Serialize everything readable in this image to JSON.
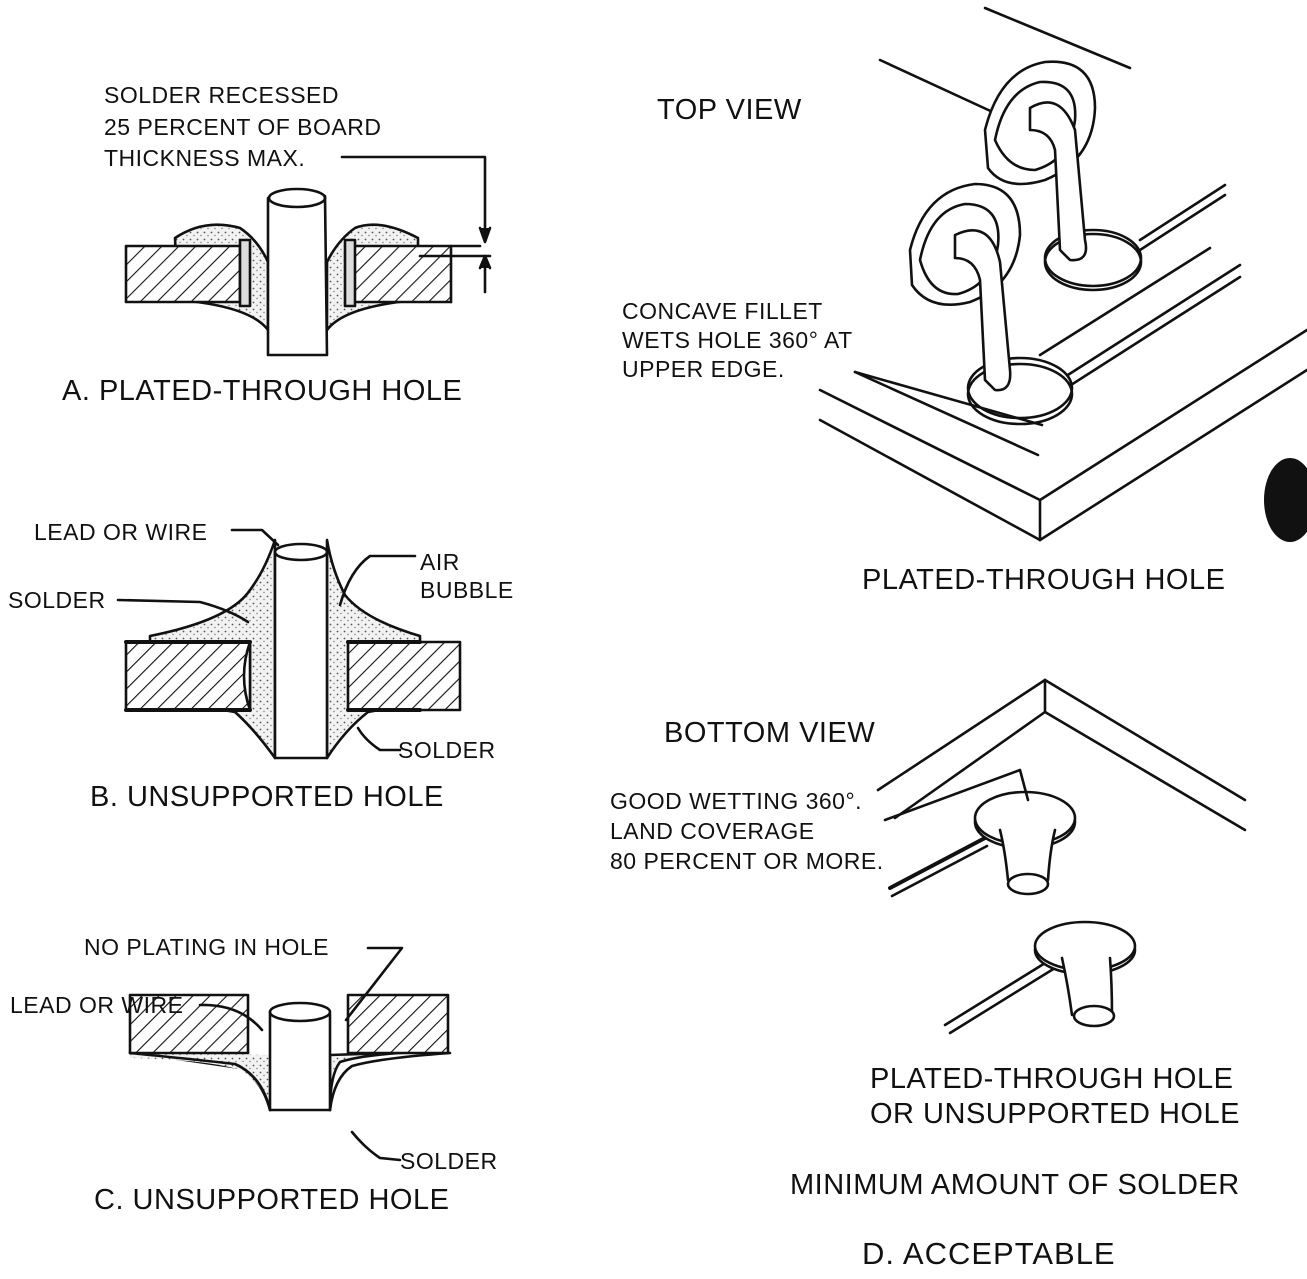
{
  "panel_a": {
    "callout": [
      "SOLDER RECESSED",
      "25 PERCENT OF BOARD",
      "THICKNESS MAX."
    ],
    "caption": "A. PLATED-THROUGH HOLE"
  },
  "panel_b": {
    "lead_label": "LEAD OR WIRE",
    "solder_left_label": "SOLDER",
    "air_bubble_label": [
      "AIR",
      "BUBBLE"
    ],
    "solder_right_label": "SOLDER",
    "caption": "B. UNSUPPORTED HOLE"
  },
  "panel_c": {
    "no_plating_label": "NO PLATING IN HOLE",
    "lead_label": "LEAD OR WIRE",
    "solder_label": "SOLDER",
    "caption": "C. UNSUPPORTED HOLE"
  },
  "panel_d": {
    "top_view_label": "TOP VIEW",
    "fillet_note": [
      "CONCAVE FILLET",
      "WETS HOLE 360° AT",
      "UPPER EDGE."
    ],
    "top_caption": "PLATED-THROUGH HOLE",
    "bottom_view_label": "BOTTOM VIEW",
    "wetting_note": [
      "GOOD WETTING 360°.",
      "LAND COVERAGE",
      "80 PERCENT OR MORE."
    ],
    "bottom_caption": [
      "PLATED-THROUGH HOLE",
      "OR UNSUPPORTED HOLE"
    ],
    "section_caption": "MINIMUM AMOUNT OF SOLDER",
    "verdict": "D. ACCEPTABLE"
  }
}
